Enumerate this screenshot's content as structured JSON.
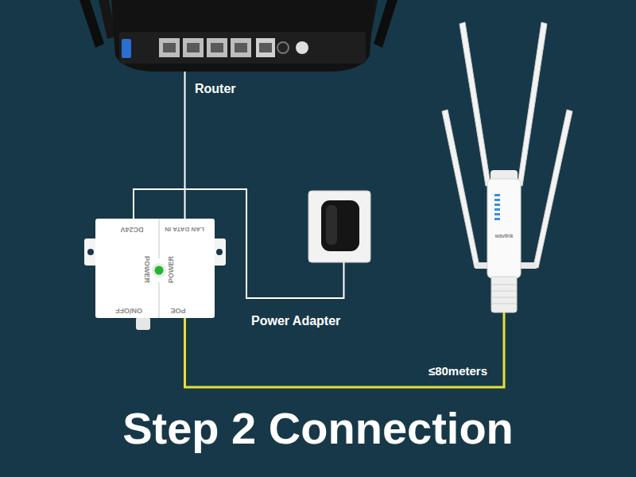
{
  "diagram": {
    "title": "Step 2 Connection",
    "nodes": [
      {
        "text": [
          "Router"
        ]
      },
      {
        "text": [
          "DC24V",
          "LAN DATA IN",
          "POWER",
          "POWER",
          "ON/OFF",
          "POE"
        ]
      },
      {
        "text": [
          "Power Adapter"
        ]
      },
      {
        "text": [
          "wavlink"
        ]
      }
    ],
    "edges": [
      {
        "from": 0,
        "to": 1,
        "arrow": "none"
      },
      {
        "from": 2,
        "to": 1,
        "arrow": "none"
      },
      {
        "from": 1,
        "to": 3,
        "label": "≤80meters",
        "arrow": "none"
      }
    ]
  }
}
